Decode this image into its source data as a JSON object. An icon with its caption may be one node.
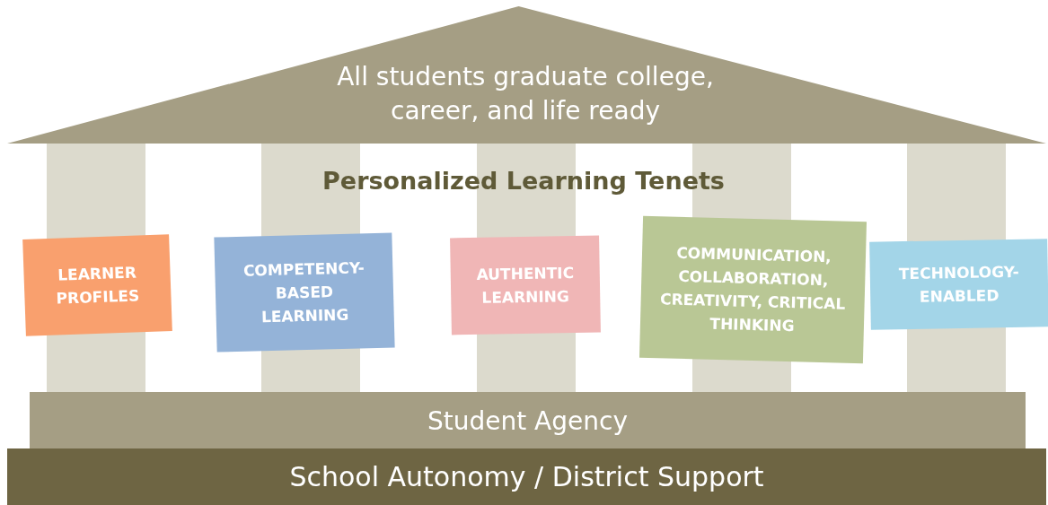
{
  "diagram": {
    "nodes": [
      {
        "text": [
          "All students graduate college, career, and life ready"
        ]
      },
      {
        "text": [
          "LEARNER PROFILES"
        ]
      },
      {
        "text": [
          "COMPETENCY-BASED LEARNING"
        ]
      },
      {
        "text": [
          "AUTHENTIC LEARNING"
        ]
      },
      {
        "text": [
          "COMMUNICATION, COLLABORATION, CREATIVITY, CRITICAL THINKING"
        ]
      },
      {
        "text": [
          "TECHNOLOGY-ENABLED"
        ]
      },
      {
        "text": [
          "Student Agency"
        ]
      },
      {
        "text": [
          "School Autonomy / District Support"
        ]
      }
    ],
    "labels": [
      "Personalized Learning Tenets"
    ]
  }
}
